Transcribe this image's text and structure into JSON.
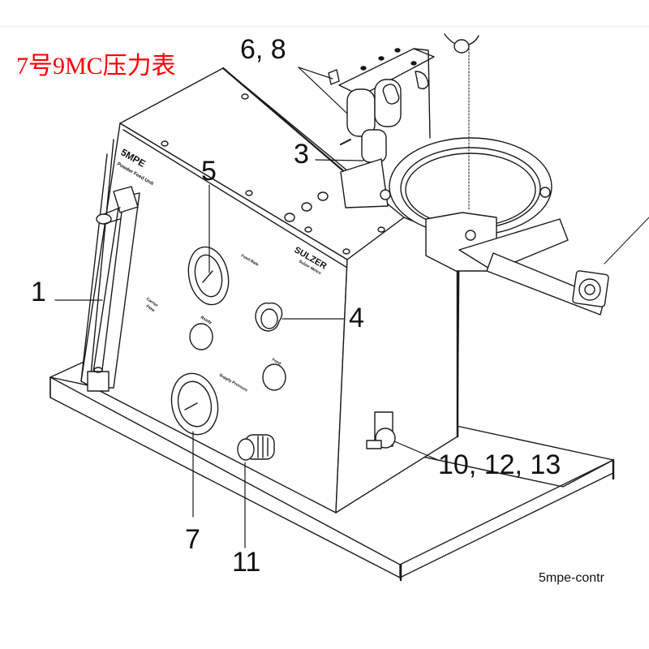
{
  "title": "7号9MC压力表",
  "figure_caption": "5mpe-contr",
  "panel": {
    "model": "5MPE",
    "subtitle": "Powder Feed Unit",
    "brand": "SULZER",
    "brand_sub": "Sulzer Metco",
    "labels": {
      "feed_rate": "Feed Rate",
      "carrier_flow_1": "Carrier",
      "carrier_flow_2": "Flow",
      "ready": "Ready",
      "feed": "Feed",
      "supply_pressure": "Supply Pressure"
    }
  },
  "callouts": [
    {
      "id": "1",
      "label": "1",
      "part": "carrier-flow-meter"
    },
    {
      "id": "3",
      "label": "3",
      "part": "hopper-valve"
    },
    {
      "id": "4",
      "label": "4",
      "part": "feed-rate-knob"
    },
    {
      "id": "5",
      "label": "5",
      "part": "feed-rate-gauge"
    },
    {
      "id": "6-8",
      "label": "6, 8",
      "part": "pinch-valves"
    },
    {
      "id": "7",
      "label": "7",
      "part": "supply-pressure-gauge"
    },
    {
      "id": "10-12-13",
      "label": "10, 12, 13",
      "part": "gas-fitting"
    },
    {
      "id": "11",
      "label": "11",
      "part": "pressure-regulator-knob"
    }
  ],
  "colors": {
    "title": "#ff0000",
    "line": "#1a1a1a",
    "background": "#ffffff"
  }
}
